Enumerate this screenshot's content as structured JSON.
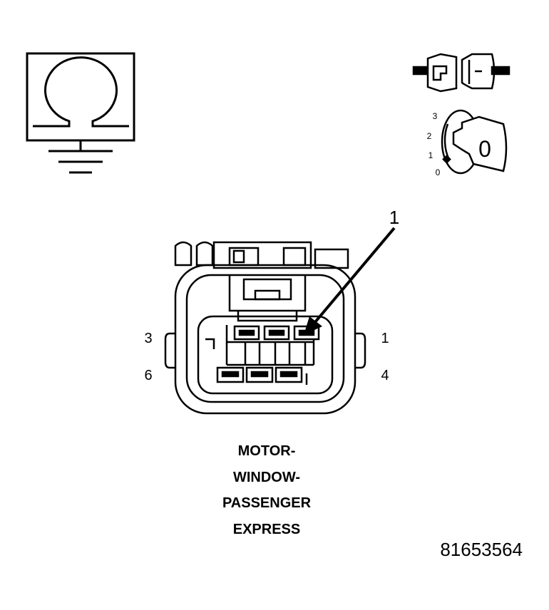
{
  "icons": {
    "ohmmeter": "ohmmeter-ground-icon",
    "connector_disconnect": "connector-disconnect-icon",
    "ignition": "ignition-key-off-icon"
  },
  "ignition": {
    "positions": [
      "3",
      "2",
      "1",
      "0"
    ],
    "key_label": "0"
  },
  "callout": {
    "label": "1"
  },
  "pins": {
    "top_left": "3",
    "top_right": "1",
    "bottom_left": "6",
    "bottom_right": "4"
  },
  "title_lines": [
    "MOTOR-",
    "WINDOW-",
    "PASSENGER",
    "EXPRESS"
  ],
  "figure_number": "81653564",
  "colors": {
    "line": "#000000",
    "background": "#ffffff"
  }
}
